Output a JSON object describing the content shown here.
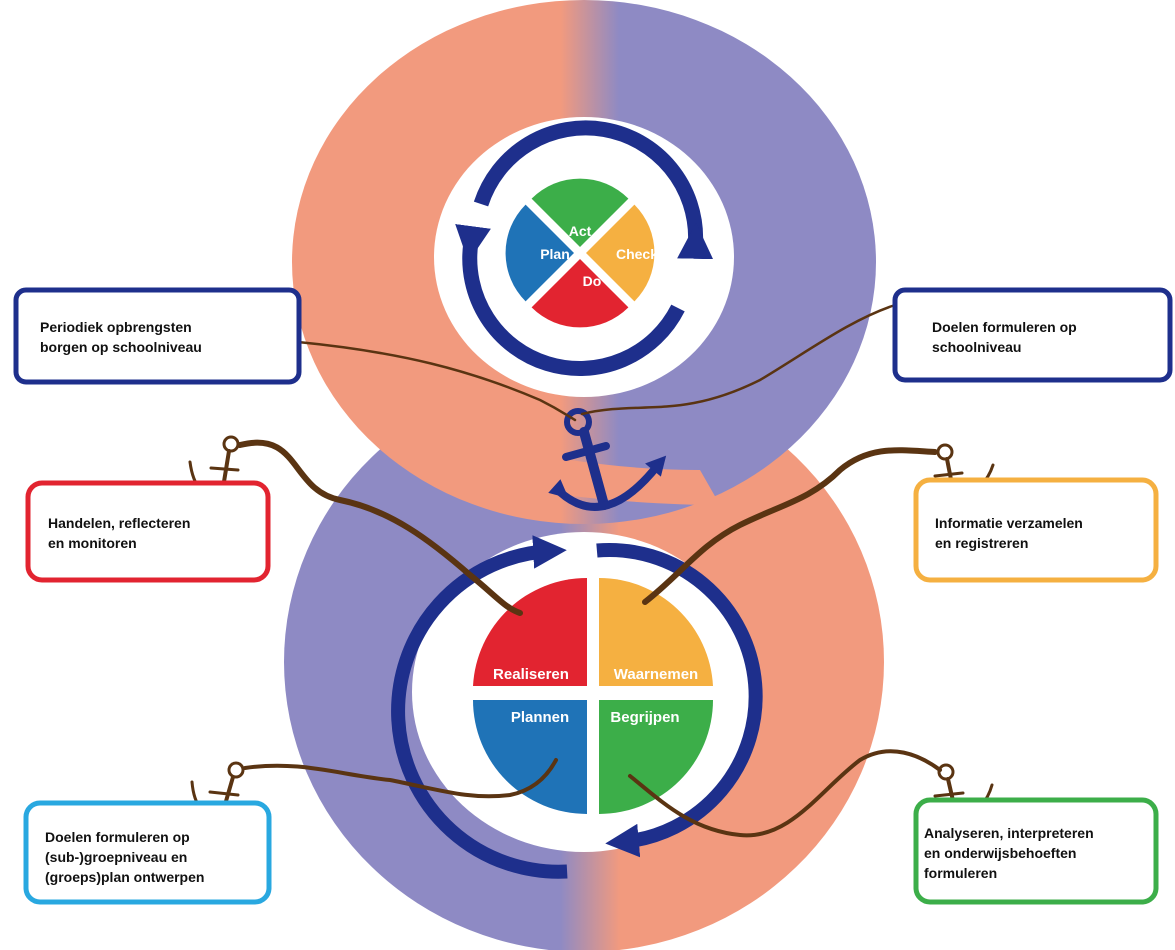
{
  "pdca": {
    "act": "Act",
    "plan": "Plan",
    "check": "Check",
    "do": "Do"
  },
  "cycle": {
    "realiseren": "Realiseren",
    "waarnemen": "Waarnemen",
    "plannen": "Plannen",
    "begrijpen": "Begrijpen"
  },
  "boxes": {
    "top_left": [
      "Periodiek opbrengsten",
      "borgen op schoolniveau"
    ],
    "top_right": [
      "Doelen formuleren op",
      "schoolniveau"
    ],
    "mid_left": [
      "Handelen, reflecteren",
      "en monitoren"
    ],
    "mid_right": [
      "Informatie verzamelen",
      "en registreren"
    ],
    "bottom_left": [
      "Doelen formuleren op",
      "(sub-)groepniveau en",
      "(groeps)plan ontwerpen"
    ],
    "bottom_right": [
      "Analyseren, interpreteren",
      "en onderwijsbehoeften",
      "formuleren"
    ]
  },
  "colors": {
    "salmon": "#f29a7e",
    "lavender": "#8e8ac4",
    "navy": "#1e2f8c",
    "green": "#3cae49",
    "orange": "#f5b041",
    "red": "#e22430",
    "blue": "#1f73b7",
    "rope": "#5a3412"
  }
}
